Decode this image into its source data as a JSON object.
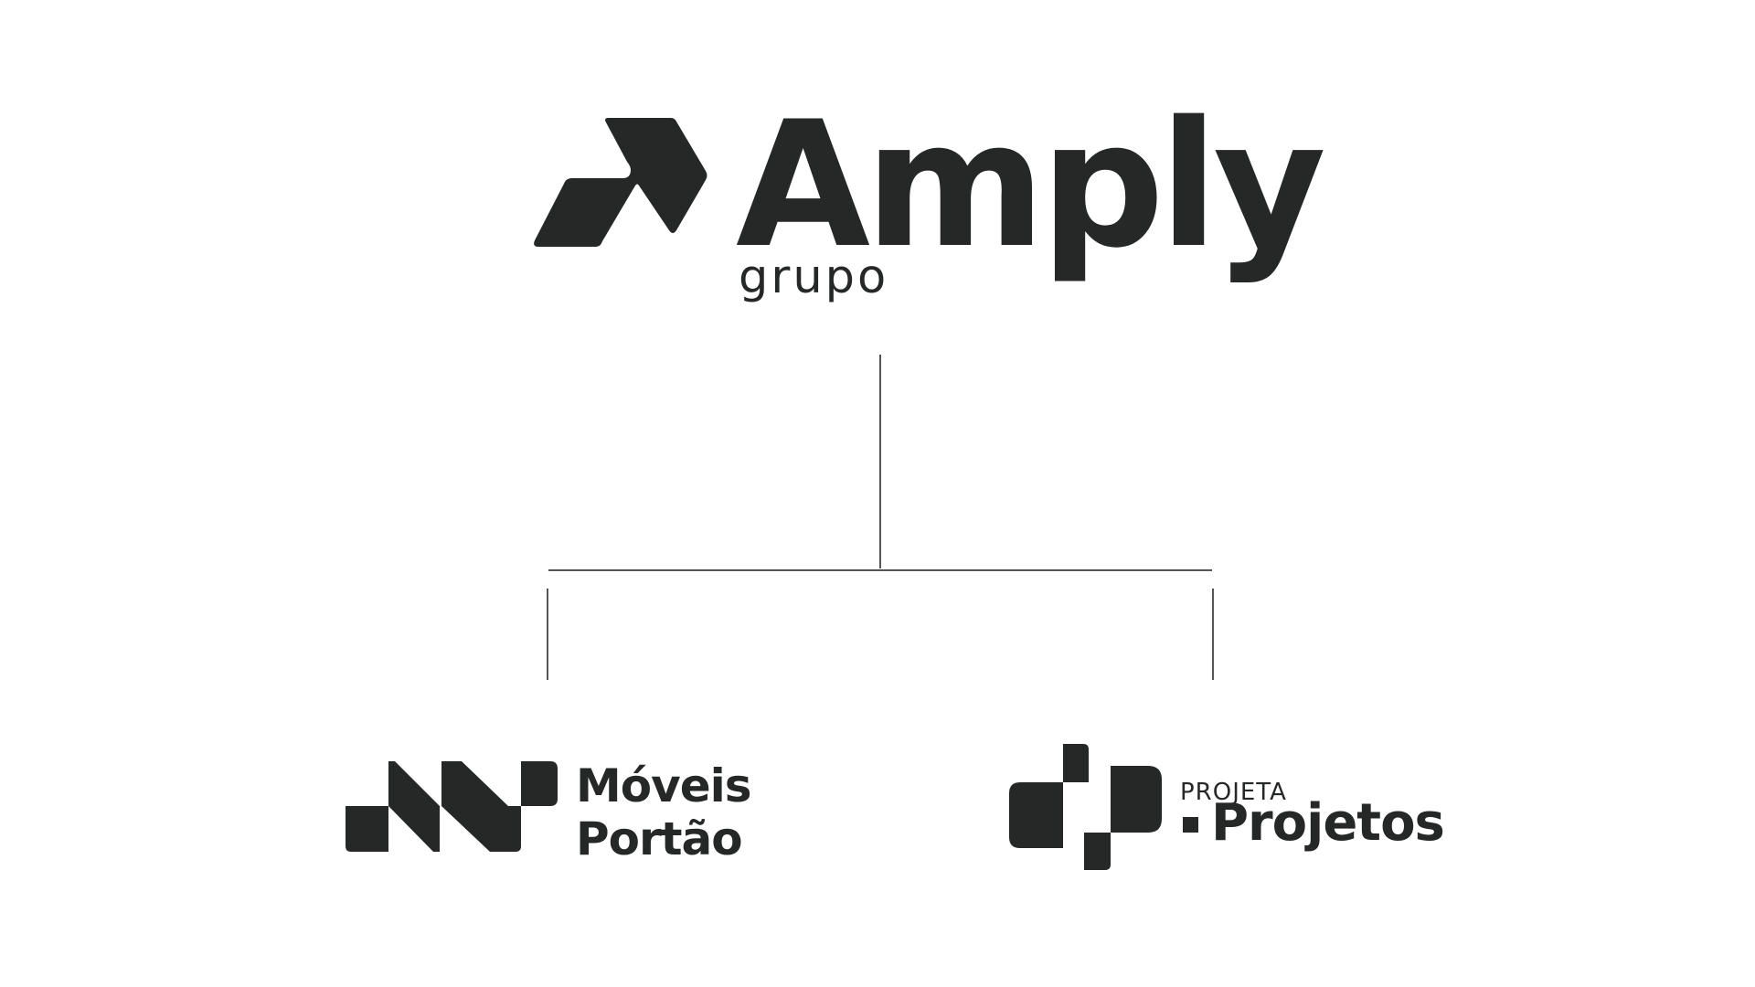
{
  "brand": {
    "primary_color": "#262828",
    "line_color": "#555555",
    "background_color": "#ffffff"
  },
  "parent": {
    "name": "Amply",
    "subtitle": "grupo",
    "icon": "amply-chevron-icon"
  },
  "children": [
    {
      "name_line1": "Móveis",
      "name_line2": "Portão",
      "icon": "moveis-portao-mark-icon"
    },
    {
      "small_label": "PROJETA",
      "name": "Projetos",
      "icon": "projeta-projetos-mark-icon"
    }
  ]
}
